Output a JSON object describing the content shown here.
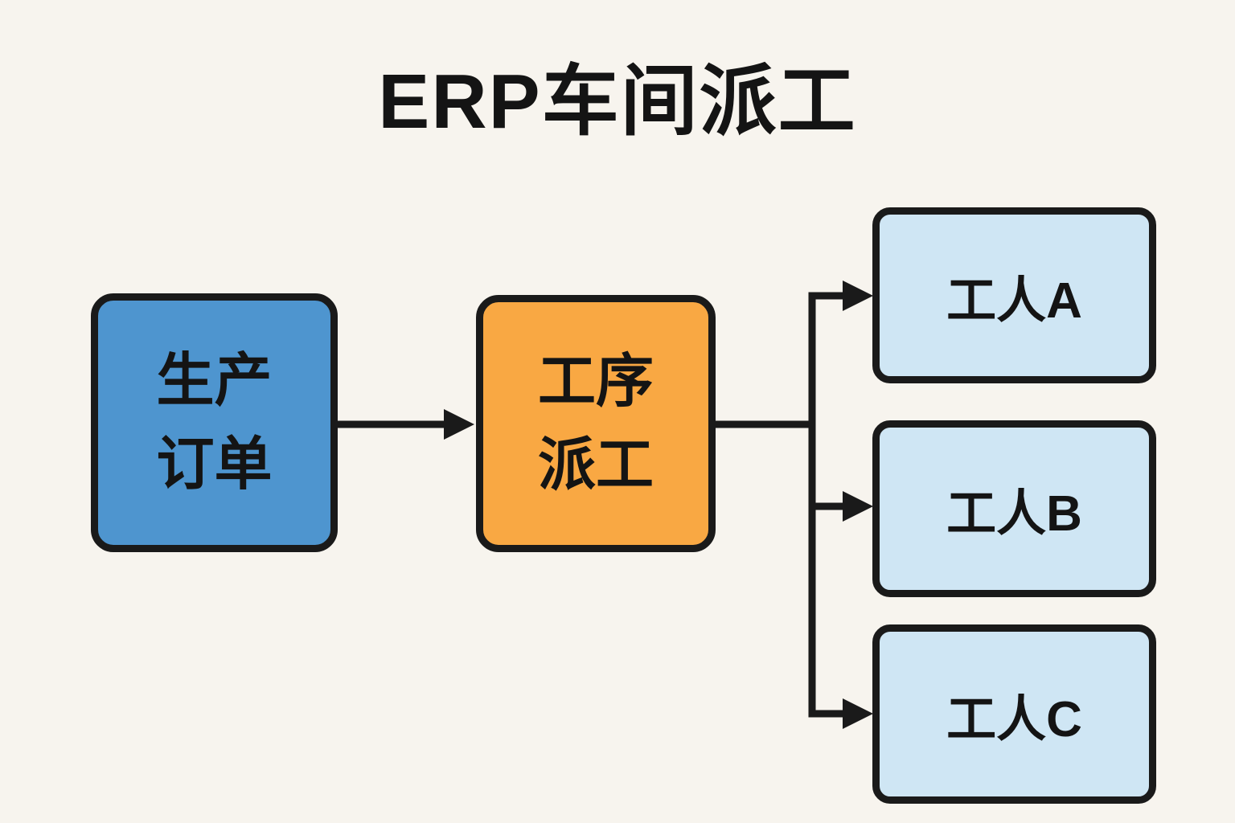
{
  "title": "ERP车间派工",
  "colors": {
    "background": "#F7F4EE",
    "border": "#1A1A1A",
    "production_order_fill": "#4E95CF",
    "process_dispatch_fill": "#F9A843",
    "worker_fill": "#CFE6F4"
  },
  "nodes": {
    "production_order": {
      "label_line1": "生产",
      "label_line2": "订单"
    },
    "process_dispatch": {
      "label_line1": "工序",
      "label_line2": "派工"
    },
    "workers": [
      {
        "label": "工人A"
      },
      {
        "label": "工人B"
      },
      {
        "label": "工人C"
      }
    ]
  },
  "edges": [
    {
      "from": "生产订单",
      "to": "工序派工"
    },
    {
      "from": "工序派工",
      "to": "工人A"
    },
    {
      "from": "工序派工",
      "to": "工人B"
    },
    {
      "from": "工序派工",
      "to": "工人C"
    }
  ]
}
